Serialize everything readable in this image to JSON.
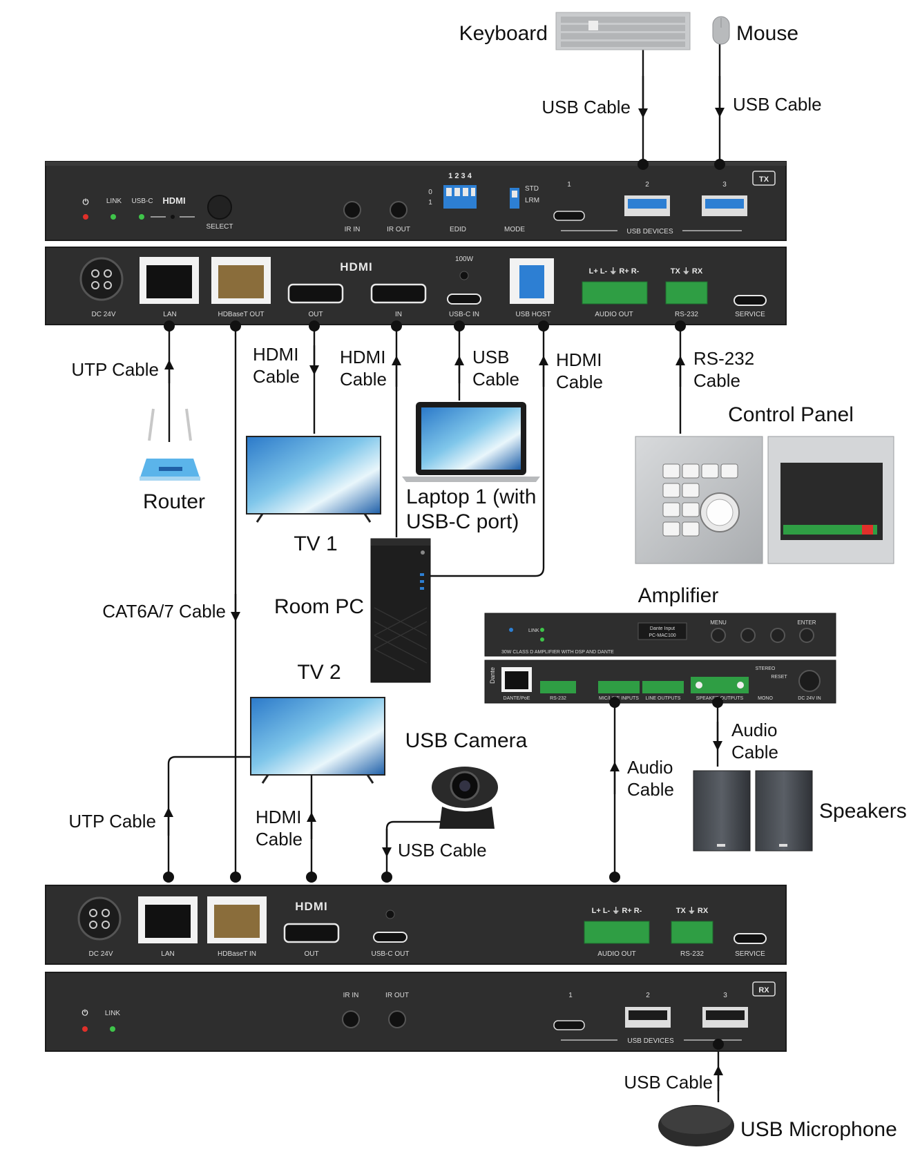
{
  "devices": {
    "keyboard": "Keyboard",
    "mouse": "Mouse",
    "router": "Router",
    "tv1": "TV 1",
    "tv2": "TV 2",
    "laptop_line1": "Laptop 1 (with",
    "laptop_line2": "USB-C port)",
    "room_pc": "Room PC",
    "control_panel": "Control Panel",
    "amplifier": "Amplifier",
    "usb_camera": "USB Camera",
    "speakers": "Speakers",
    "usb_microphone": "USB Microphone"
  },
  "cables": {
    "usb_cable": "USB Cable",
    "utp_cable": "UTP Cable",
    "hdmi": "HDMI",
    "cable": "Cable",
    "usb": "USB",
    "rs232": "RS-232",
    "cat6": "CAT6A/7 Cable",
    "audio": "Audio"
  },
  "tx_front": {
    "badge": "TX",
    "power_icon": "⏻",
    "link": "LINK",
    "usbc": "USB-C",
    "hdmi": "HDMI",
    "select": "SELECT",
    "ir_in": "IR IN",
    "ir_out": "IR OUT",
    "dip_numbers": "1 2 3 4",
    "dip_0": "0",
    "dip_1": "1",
    "edid": "EDID",
    "std": "STD",
    "lrm": "LRM",
    "mode": "MODE",
    "port1": "1",
    "port2": "2",
    "port3": "3",
    "usb_devices": "USB DEVICES"
  },
  "tx_rear": {
    "dc": "DC 24V",
    "lan": "LAN",
    "hdbaset_out": "HDBaseT OUT",
    "hdmi_logo": "HDMI",
    "out": "OUT",
    "in": "IN",
    "watt": "100W",
    "usbc_in": "USB-C IN",
    "usb_host": "USB HOST",
    "audio_pins": "L+ L- ⏚ R+ R-",
    "audio_out": "AUDIO  OUT",
    "rs_pins": "TX ⏚ RX",
    "rs232": "RS-232",
    "service": "SERVICE"
  },
  "rx_rear": {
    "dc": "DC 24V",
    "lan": "LAN",
    "hdbaset_in": "HDBaseT IN",
    "hdmi_logo": "HDMI",
    "out": "OUT",
    "usbc_out": "USB-C OUT",
    "audio_pins": "L+ L- ⏚ R+ R-",
    "audio_out": "AUDIO OUT",
    "rs_pins": "TX ⏚ RX",
    "rs232": "RS-232",
    "service": "SERVICE"
  },
  "rx_front": {
    "badge": "RX",
    "power_icon": "⏻",
    "link": "LINK",
    "ir_in": "IR IN",
    "ir_out": "IR OUT",
    "port1": "1",
    "port2": "2",
    "port3": "3",
    "usb_devices": "USB DEVICES"
  },
  "amp": {
    "menu": "MENU",
    "enter": "ENTER",
    "title_strip": "30W CLASS D AMPLIFIER WITH DSP AND DANTE",
    "dante_input": "Dante Input",
    "model": "PC-MAC100",
    "link": "LINK",
    "dante_port": "DANTE/PoE",
    "rs232": "RS-232",
    "mic_line_inputs": "MIC/LINE INPUTS",
    "line_outputs": "LINE OUTPUTS",
    "speaker_outputs": "SPEAKER OUTPUTS",
    "dc": "DC 24V IN",
    "reset": "RESET",
    "stereo": "STEREO",
    "mono": "MONO",
    "dante_logo": "Dante"
  },
  "colors": {
    "panel": "#2e2e2e",
    "panel_edge": "#1b1b1b",
    "terminal_green": "#2f9e44",
    "usb_blue": "#2d7fd3",
    "led_red": "#e0302a",
    "led_green": "#3fc44a"
  }
}
